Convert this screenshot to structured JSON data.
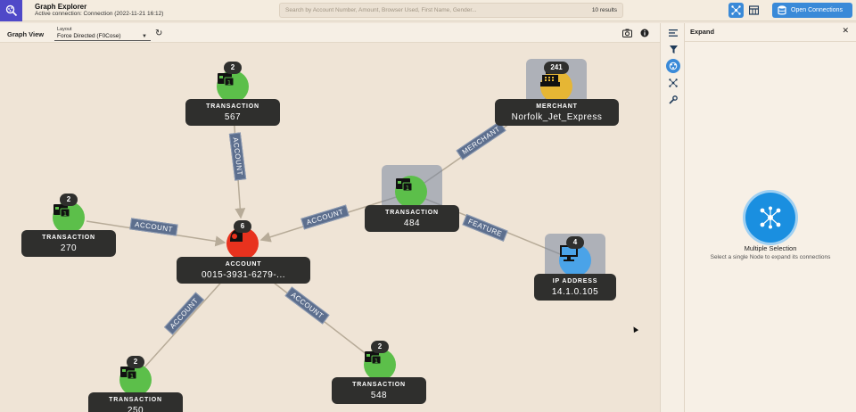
{
  "app": {
    "title": "Graph Explorer",
    "connection": "Active connection: Connection (2022-11-21 16:12)"
  },
  "search": {
    "placeholder": "Search by Account Number, Amount, Browser Used, First Name, Gender...",
    "results": "10 results"
  },
  "toolbar": {
    "open_connections_label": "Open Connections"
  },
  "graph_view": {
    "title": "Graph View",
    "layout_caption": "Layout",
    "layout_value": "Force Directed (F0Cose)"
  },
  "nodes": [
    {
      "type": "TRANSACTION",
      "value": "567",
      "count": "2"
    },
    {
      "type": "MERCHANT",
      "value": "Norfolk_Jet_Express",
      "count": "241"
    },
    {
      "type": "TRANSACTION",
      "value": "270",
      "count": "2"
    },
    {
      "type": "TRANSACTION",
      "value": "484",
      "count": ""
    },
    {
      "type": "ACCOUNT",
      "value": "0015-3931-6279-...",
      "count": "6"
    },
    {
      "type": "IP ADDRESS",
      "value": "14.1.0.105",
      "count": "4"
    },
    {
      "type": "TRANSACTION",
      "value": "548",
      "count": "2"
    },
    {
      "type": "TRANSACTION",
      "value": "250",
      "count": "2"
    }
  ],
  "edges": [
    {
      "label": "ACCOUNT"
    },
    {
      "label": "ACCOUNT"
    },
    {
      "label": "ACCOUNT"
    },
    {
      "label": "MERCHANT"
    },
    {
      "label": "FEATURE"
    },
    {
      "label": "ACCOUNT"
    },
    {
      "label": "ACCOUNT"
    }
  ],
  "panel": {
    "title": "Expand",
    "message_title": "Multiple Selection",
    "message_sub": "Select a single Node to expand its connections"
  },
  "colors": {
    "accent": "#3a8ad8",
    "logo": "#4f49c8",
    "transaction_node": "#5cbf4a",
    "account_node": "#e8321e",
    "merchant_node": "#e6b634",
    "ip_node": "#4aa3e8",
    "edge_label": "#5d6f8e",
    "node_label_bg": "#2f2f2d"
  },
  "icons": {
    "logo": "graph-search-icon",
    "transaction": "transaction-card-icon",
    "account": "account-icon",
    "merchant": "cash-register-icon",
    "ip": "monitor-icon"
  }
}
